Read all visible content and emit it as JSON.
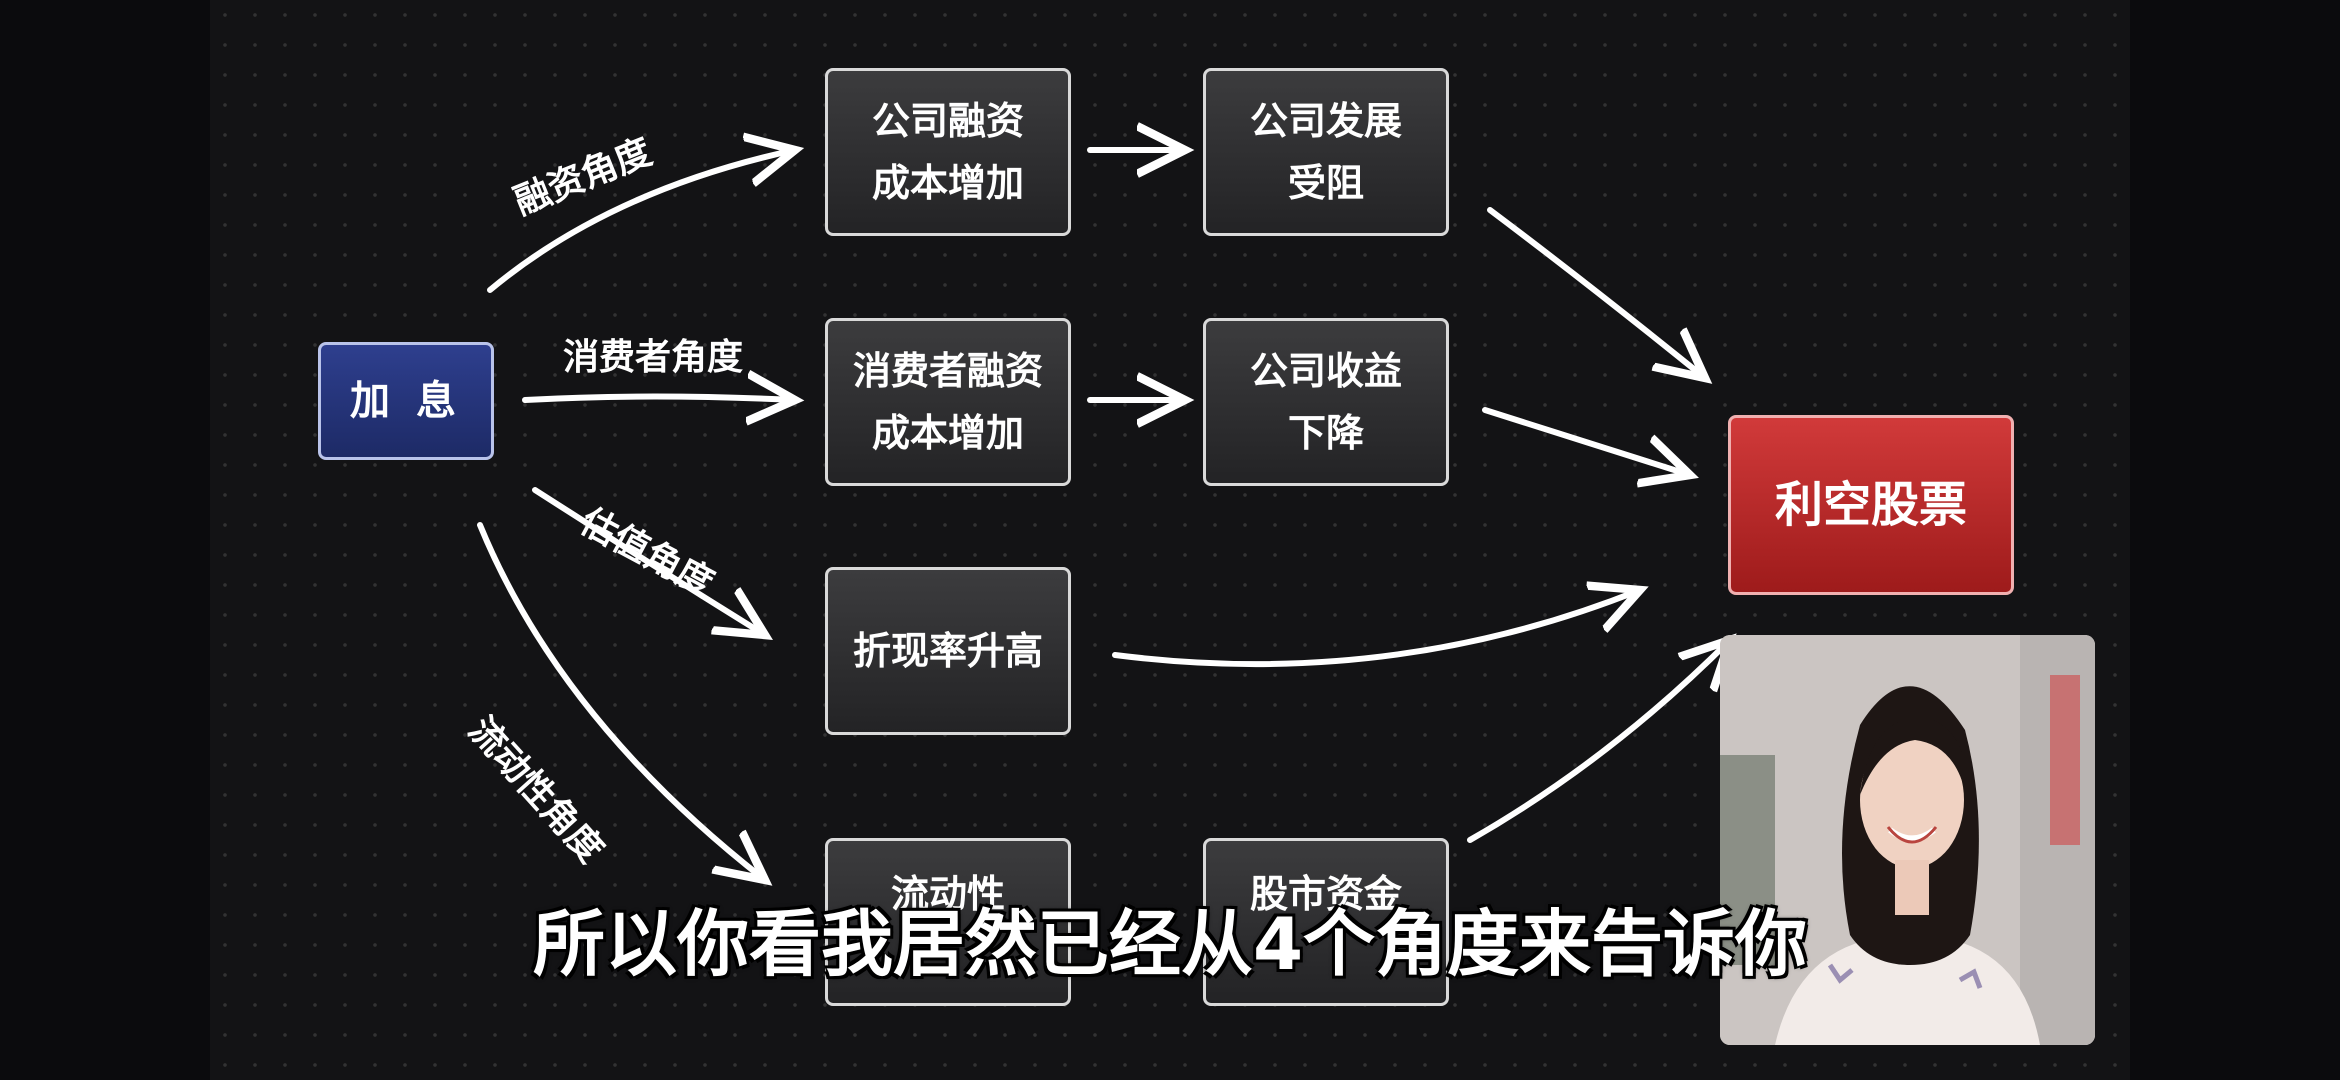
{
  "source": {
    "label": "加 息"
  },
  "target": {
    "label": "利空股票"
  },
  "paths": [
    {
      "angle": "融资角度",
      "step1": [
        "公司融资",
        "成本增加"
      ],
      "step2": [
        "公司发展",
        "受阻"
      ]
    },
    {
      "angle": "消费者角度",
      "step1": [
        "消费者融资",
        "成本增加"
      ],
      "step2": [
        "公司收益",
        "下降"
      ]
    },
    {
      "angle": "估值角度",
      "step1": [
        "折现率升高"
      ]
    },
    {
      "angle": "流动性角度",
      "step1": [
        "流动性"
      ],
      "step2": [
        "股市资金"
      ]
    }
  ],
  "subtitle": "所以你看我居然已经从4个角度来告诉你",
  "colors": {
    "background": "#131315",
    "node_fill": "#2d2d2f",
    "source_fill": "#23337a",
    "target_fill": "#c02a2a",
    "arrow": "#ffffff"
  }
}
